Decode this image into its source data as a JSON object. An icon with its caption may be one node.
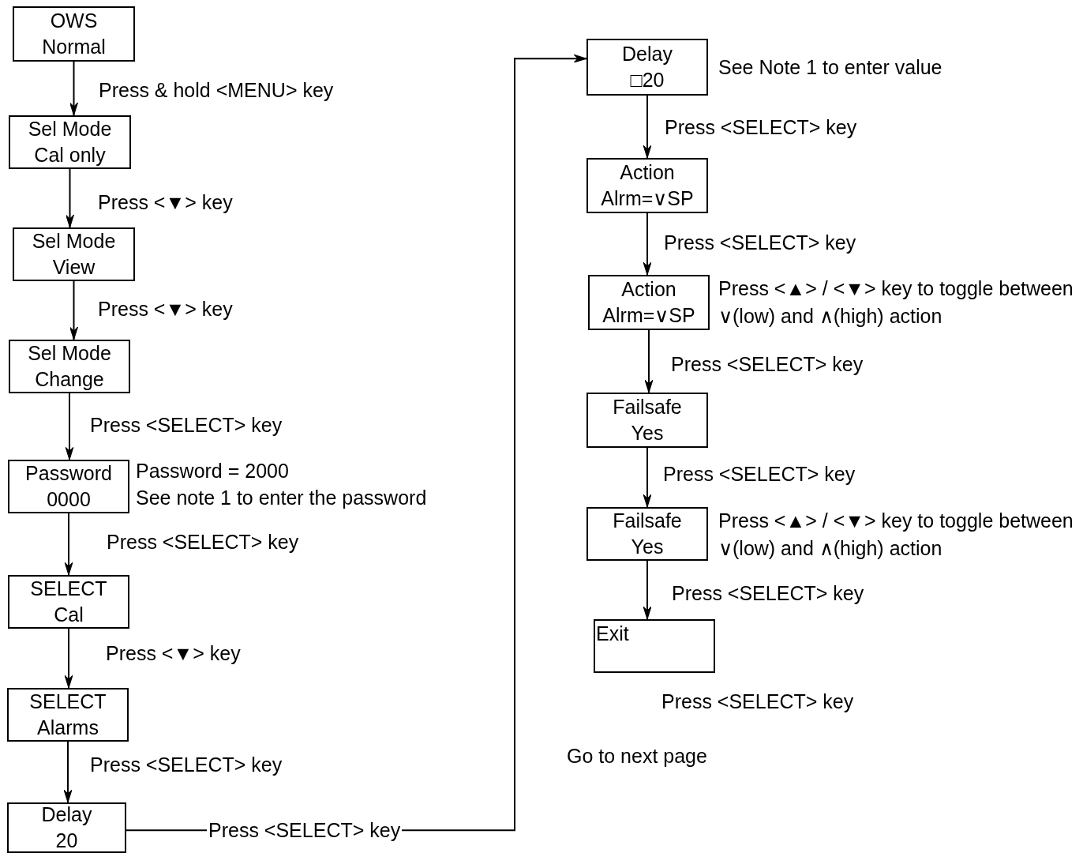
{
  "diagram": {
    "nodes": [
      {
        "text": [
          "OWS",
          "Normal"
        ]
      },
      {
        "text": [
          "Sel Mode",
          "Cal only"
        ]
      },
      {
        "text": [
          "Sel Mode",
          "View"
        ]
      },
      {
        "text": [
          "Sel Mode",
          "Change"
        ]
      },
      {
        "text": [
          "Password",
          "0000"
        ],
        "beside": [
          "Password = 2000",
          "See note 1 to enter the password"
        ]
      },
      {
        "text": [
          "SELECT",
          "Cal"
        ]
      },
      {
        "text": [
          "SELECT",
          "Alarms"
        ]
      },
      {
        "text": [
          "Delay",
          "20"
        ]
      },
      {
        "text": [
          "Delay",
          "□20"
        ],
        "beside": [
          "See Note 1 to enter value"
        ]
      },
      {
        "text": [
          "Action",
          "Alrm=∨SP"
        ]
      },
      {
        "text": [
          "Action",
          "Alrm=∨SP"
        ],
        "beside": [
          "Press <▲> / <▼> key to toggle between ∨(low) and ∧(high) action"
        ]
      },
      {
        "text": [
          "Failsafe",
          "Yes"
        ]
      },
      {
        "text": [
          "Failsafe",
          "Yes"
        ],
        "beside": [
          "Press <▲> / <▼> key to toggle between ∨(low) and ∧(high) action"
        ]
      },
      {
        "text": [
          "Exit"
        ]
      }
    ],
    "edges": [
      {
        "from": 0,
        "to": 1,
        "arrow": "to",
        "label": "Press & hold <MENU> key"
      },
      {
        "from": 1,
        "to": 2,
        "arrow": "to",
        "label": "Press <▼> key"
      },
      {
        "from": 2,
        "to": 3,
        "arrow": "to",
        "label": "Press <▼> key"
      },
      {
        "from": 3,
        "to": 4,
        "arrow": "to",
        "label": "Press <SELECT> key"
      },
      {
        "from": 4,
        "to": 5,
        "arrow": "to",
        "label": "Press <SELECT> key"
      },
      {
        "from": 5,
        "to": 6,
        "arrow": "to",
        "label": "Press <▼> key"
      },
      {
        "from": 6,
        "to": 7,
        "arrow": "to",
        "label": "Press <SELECT> key"
      },
      {
        "from": 7,
        "to": 8,
        "arrow": "to",
        "label": "Press <SELECT> key"
      },
      {
        "from": 8,
        "to": 9,
        "arrow": "to",
        "label": "Press <SELECT> key"
      },
      {
        "from": 9,
        "to": 10,
        "arrow": "to",
        "label": "Press <SELECT> key"
      },
      {
        "from": 10,
        "to": 11,
        "arrow": "to",
        "label": "Press <SELECT> key"
      },
      {
        "from": 11,
        "to": 12,
        "arrow": "to",
        "label": "Press <SELECT> key"
      },
      {
        "from": 12,
        "to": 13,
        "arrow": "to",
        "label": "Press <SELECT> key"
      }
    ],
    "labels": [
      "Press <SELECT> key",
      "Go to next page"
    ]
  }
}
